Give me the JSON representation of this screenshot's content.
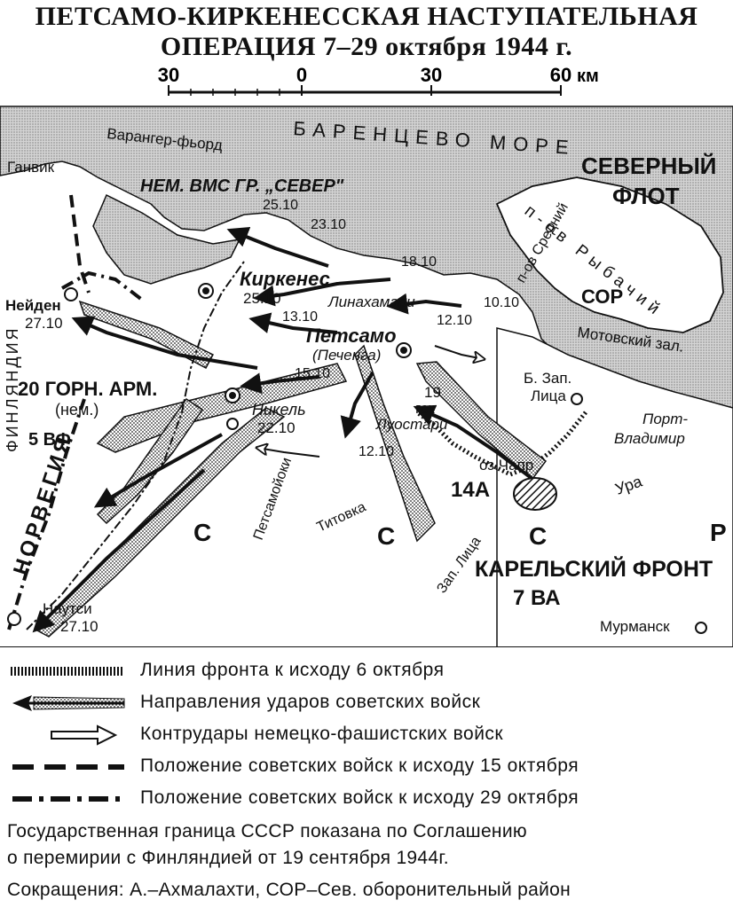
{
  "title": {
    "line1": "ПЕТСАМО-КИРКЕНЕССКАЯ НАСТУПАТЕЛЬНАЯ",
    "line2": "ОПЕРАЦИЯ 7–29 октября 1944 г."
  },
  "scale": {
    "ticks": [
      "30",
      "0",
      "30",
      "60"
    ],
    "unit": "км"
  },
  "map_labels": {
    "sea": "БАРЕНЦЕВО МОРЕ",
    "fjord": "Варангер-фьорд",
    "gamvik": "Ганвик",
    "navy_group": "НЕМ. ВМС ГР. „СЕВЕР\"",
    "north_fleet_1": "СЕВЕРНЫЙ",
    "north_fleet_2": "ФЛОТ",
    "rybachiy": "п-ов Рыбачий",
    "sor": "СОР",
    "kirkenes": "Киркенес",
    "kirkenes_date": "25.10",
    "d2510a": "25.10",
    "d2310": "23.10",
    "d1810": "18.10",
    "d1310": "13.10",
    "d1010": "10.10",
    "d1210a": "12.10",
    "linakhamari": "Линахамари",
    "sredniy": "п-ов Средний",
    "petsamo": "Петсамо",
    "pechenga": "(Печенга)",
    "d1510": "15.10",
    "motovsky": "Мотовский зал.",
    "zap_litsa_b": "Б. Зап.",
    "zap_litsa_b2": "Лица",
    "port_vladimir_1": "Порт-",
    "port_vladimir_2": "Владимир",
    "neiden": "Нейден",
    "neiden_date": "27.10",
    "finland": "ФИНЛЯНДИЯ",
    "norway": "НОРВЕГИЯ",
    "army20_1": "20 ГОРН. АРМ.",
    "army20_2": "(нем.)",
    "vf5": "5 ВФ",
    "nikel": "Никель",
    "nikel_date": "22.10",
    "gsk": "19",
    "gsk2": "гск",
    "luostari": "Луостари",
    "d1210b": "12.10",
    "chapr": "оз.Чапр",
    "a14": "14А",
    "ura": "Ура",
    "s_left": "С",
    "s_mid": "С",
    "s_right": "С",
    "r_edge": "Р",
    "titovka": "Титовка",
    "petsamojoki": "Петсамойоки",
    "zap_litsa": "Зап. Лица",
    "karelian_front": "КАРЕЛЬСКИЙ ФРОНТ",
    "va7": "7 ВА",
    "nautsi": "Наутси",
    "nautsi_date": "27.10",
    "murmansk": "Мурманск"
  },
  "legend": [
    {
      "key": "front_line",
      "text": "Линия фронта к исходу 6 октября"
    },
    {
      "key": "soviet_attacks",
      "text": "Направления ударов советских войск"
    },
    {
      "key": "counterattacks",
      "text": "Контрудары немецко-фашистских войск"
    },
    {
      "key": "pos_15",
      "text": "Положение советских войск к исходу 15 октября"
    },
    {
      "key": "pos_29",
      "text": "Положение советских войск к исходу 29 октября"
    }
  ],
  "notes": {
    "border_1": "Государственная граница СССР показана по Соглашению",
    "border_2": "о перемирии с Финляндией от 19 сентября 1944г.",
    "abbrev": "Сокращения: А.–Ахмалахти, СОР–Сев. оборонительный район"
  },
  "colors": {
    "ink": "#111111",
    "sea": "#c9c9c9",
    "land": "#ffffff"
  }
}
